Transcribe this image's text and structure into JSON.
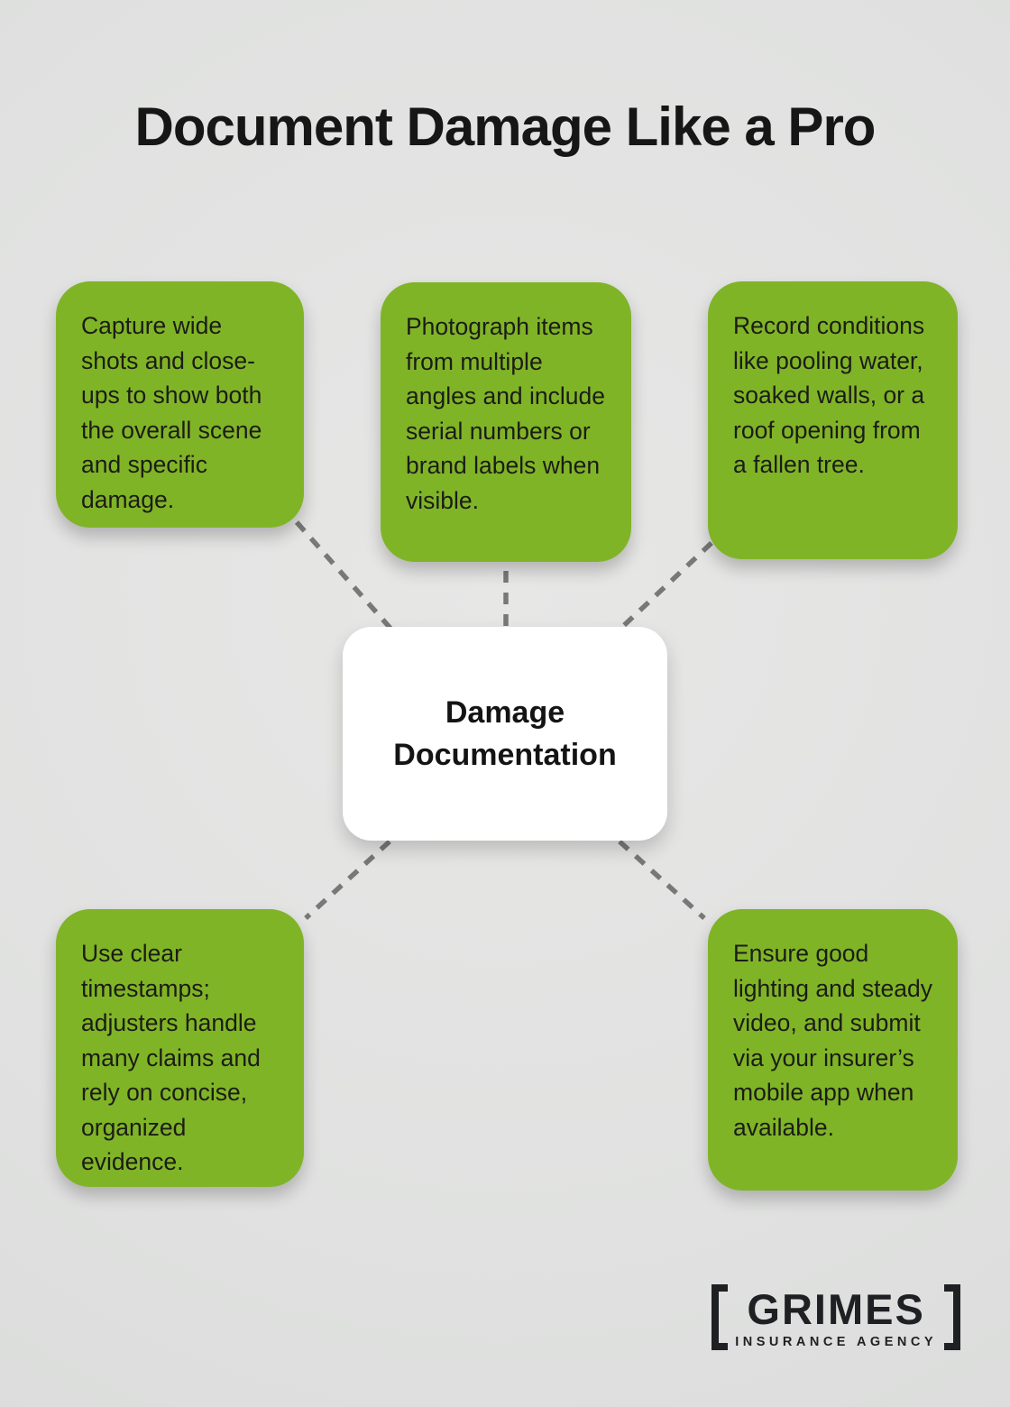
{
  "title": "Document Damage Like a Pro",
  "center": {
    "label": "Damage Documentation"
  },
  "nodes": {
    "top_left": {
      "text": "Capture wide shots and close-ups to show both the overall scene and specific damage."
    },
    "top_middle": {
      "text": "Photograph items from multiple angles and include serial numbers or brand labels when visible."
    },
    "top_right": {
      "text": "Record conditions like pooling water, soaked walls, or a roof opening from a fallen tree."
    },
    "bottom_left": {
      "text": "Use clear timestamps; adjusters handle many claims and rely on concise, organized evidence."
    },
    "bottom_right": {
      "text": "Ensure good lighting and steady video, and submit via your insurer’s mobile app when available."
    }
  },
  "logo": {
    "name": "GRIMES",
    "tagline": "INSURANCE AGENCY"
  },
  "colors": {
    "node_green": "#80b427",
    "center_bg": "#ffffff",
    "connector_gray": "#787878",
    "background_gray": "#e0e1e0",
    "text_dark": "#1b1c16"
  }
}
